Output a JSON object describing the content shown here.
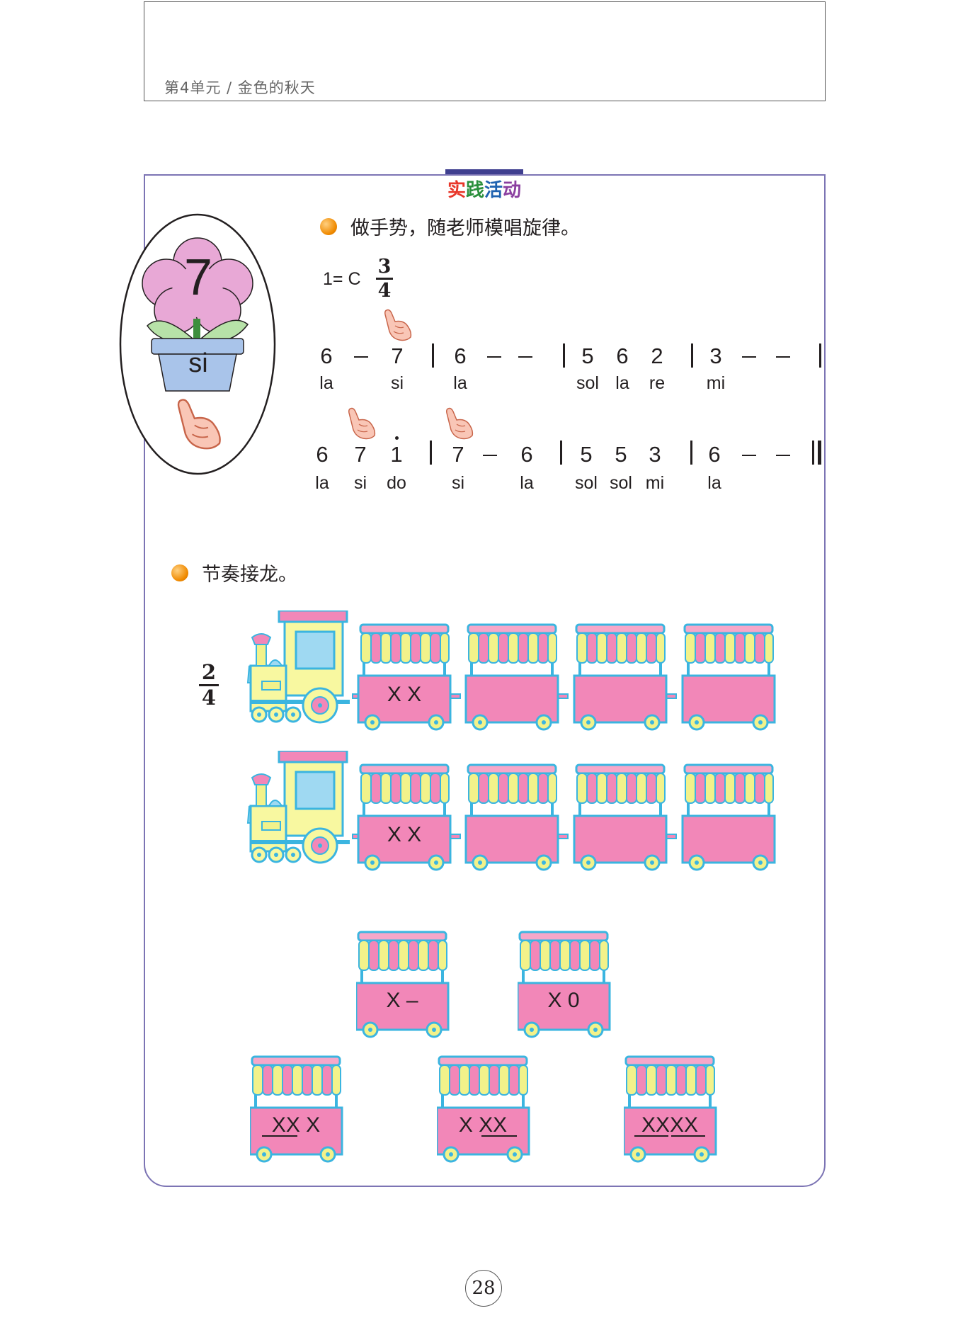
{
  "header": {
    "unit_title": "第4单元 / 金色的秋天"
  },
  "section": {
    "title_chars": [
      "实",
      "践",
      "活",
      "动"
    ]
  },
  "flower_card": {
    "numeral": "7",
    "syllable": "si"
  },
  "activity1": {
    "instruction": "做手势，随老师模唱旋律。"
  },
  "score": {
    "key": "1= C",
    "time_signature": {
      "top": "3",
      "bottom": "4"
    },
    "line1": {
      "notes": [
        "6",
        "7",
        "6",
        "5",
        "6",
        "2",
        "3"
      ],
      "syllables": [
        "la",
        "si",
        "la",
        "sol",
        "la",
        "re",
        "mi"
      ]
    },
    "line2": {
      "notes": [
        "6",
        "7",
        "1",
        "7",
        "6",
        "5",
        "5",
        "3",
        "6"
      ],
      "syllables": [
        "la",
        "si",
        "do",
        "si",
        "la",
        "sol",
        "sol",
        "mi",
        "la"
      ]
    }
  },
  "activity2": {
    "instruction": "节奏接龙。"
  },
  "train_time_signature": {
    "top": "2",
    "bottom": "4"
  },
  "trains": [
    {
      "first_car": "X X"
    },
    {
      "first_car": "X X"
    }
  ],
  "rhythm_cards": [
    {
      "text": "X –"
    },
    {
      "text": "X 0"
    },
    {
      "text": "XX X"
    },
    {
      "text": "X XX"
    },
    {
      "text": "XXXX"
    }
  ],
  "page_number": "28"
}
